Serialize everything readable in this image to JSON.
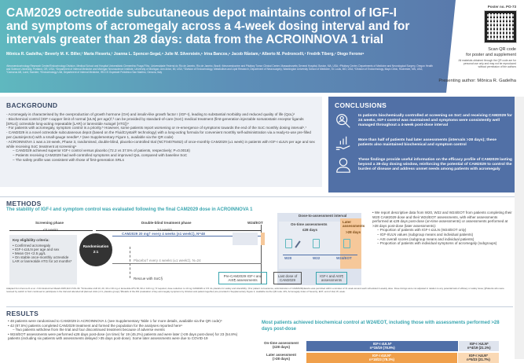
{
  "header": {
    "title": "CAM2029 octreotide subcutaneous depot maintains control of IGF-I and symptoms of acromegaly across a 4-week dosing interval and for intervals greater than 28 days: data from the ACROINNOVA 1 trial",
    "authors": "Mônica R. Gadelha,¹ Beverly M. K. Biller,² Maria Fleseriu,³ Joanna L. Spencer-Segal,⁴ Julie M. Silverstein,⁵ Irina Bancos,⁶ Jacob Råstam,⁷ Alberto M. Pedroncelli,⁷ Fredrik Tiberg,⁷ Diego Ferone⁸",
    "affiliations": "¹Neuroendocrinology Research Center/Endocrinology Division, Medical School and Hospital Universitário Clementino Fraga Filho, Universidade Federal do Rio de Janeiro, Rio de Janeiro, Brazil; ²Neuroendocrine and Pituitary Tumor Clinical Center, Massachusetts General Hospital, Boston, MA, USA; ³Pituitary Center, Departments of Medicine and Neurological Surgery, Oregon Health and Science University, Portland, OR, USA; ⁴Department of Internal Medicine and Michigan Neuroscience Institute, University of Michigan, Ann Arbor, MI, USA; ⁵Division of Endocrinology, Metabolism and Lipid Research, Department of Neurosurgery, Washington University School of Medicine, St. Louis, MO, USA; ⁶Division of Endocrinology, Mayo Clinic, Rochester, MN, USA; ⁷Camurus AB, Lund, Sweden; ⁸Endocrinology Unit, Department of Internal Medicine, IRCCS Ospedale Policlinico San Martino, Genova, Italy",
    "poster_no": "Poster no. PO-73",
    "scan_line1": "Scan QR code",
    "scan_line2": "for poster and supplement",
    "disclaimer": "All materials obtained through the QR code are for personal use only and may not be reproduced without permission of the authors",
    "presenting": "Presenting author: Mônica R. Gadelha"
  },
  "background": {
    "heading": "BACKGROUND",
    "bullets": [
      "- Acromegaly is characterised by the overproduction of growth hormone (GH) and insulin-like growth factor I (IGF-I), leading to substantial morbidity and reduced quality of life (QoL)¹",
      "- Biochemical control (IGF-I ≤upper limit of normal [ULN] per age)²,³ can be provided by standard-of-care (SoC) medical treatment (first-generation injectable somatostatin receptor ligands [SRLs]; octreotide long-acting repeatable [LAR] or lanreotide Autogel [ATG])⁴",
      "- For patients with acromegaly, symptom control is a priority.⁵ However, some patients report worsening or re-emergence of symptoms towards the end of the SoC monthly dosing interval⁶,⁷",
      "- CAM2029 is a novel octreotide subcutaneous depot (based on the FluidCrystal® technology) with a long-acting formula for convenient monthly self-administration via a ready-to-use pre-filled pen (autoinjector) with a small-gauge needle⁸,⁹ (see Supplementary Figure 1, available via the QR code)",
      "- ACROINNOVA 1 was a 24-week, Phase 3, randomised, double-blind, placebo-controlled trial (NCT04076462) of once-monthly CAM2029 (±1 week) in patients with IGF-I ≤ULN per age and sex while receiving SoC treatment at screening⁹"
    ],
    "sub_bullets": [
      "– CAM2029 achieved superior IGF-I control versus placebo (72.2 vs 37.5% of patients, respectively; P=0.0018)",
      "– Patients receiving CAM2029 had well-controlled symptoms and improved QoL compared with baseline SoC",
      "– The safety profile was consistent with those of first-generation SRLs"
    ]
  },
  "conclusions": {
    "heading": "CONCLUSIONS",
    "items": [
      "In patients biochemically controlled at screening on SoC and receiving CAM2029 for 24 weeks, IGF-I control was maintained and symptoms were consistently well managed throughout a 4-week post-dose interval",
      "More than half of patients had later assessments (intervals >28 days); these patients also maintained biochemical and symptom control",
      "These findings provide useful information on the efficacy profile of CAM2029 lasting beyond a 28-day dosing window, reinforcing the potential of CAM2029 to control the burden of disease and address unmet needs among patients with acromegaly"
    ]
  },
  "methods": {
    "heading": "METHODS",
    "subheading": "The stability of IGF-I and symptom control was evaluated following the final CAM2029 dose in ACROINNOVA 1",
    "screening_phase": "Screening phase",
    "screening_weeks": "≤8 weeks",
    "treatment_phase": "Double-blind treatment phase",
    "treatment_weeks": "24 weeks",
    "w24eot": "W24/EOT",
    "eligibility_title": "Key eligibility criteria:",
    "eligibility": [
      "• Confirmed acromegaly",
      "• IGF-I ≤ULN per age and sex",
      "• Mean GH <2.5 µg/L",
      "• On stable once-monthly octreotide LAR or lanreotide ATG for ≥3 months*"
    ],
    "randomisation": "Randomisation",
    "ratio": "2:1",
    "cam_arm": "CAM2029 20 mg† every 4 weeks (±1 week‡), N=48",
    "placebo_arm": "Placebo† every 4 weeks (±1 week‡), N=24",
    "rescue": "Rescue with SoC§",
    "interval_title": "Dose-to-assessment interval",
    "ontime": "On-time assessments",
    "ontime_days": "≤28 days",
    "later": "Later assessments",
    "later_days": ">28 days",
    "visits": [
      "W20",
      "W22",
      "W24/EOT"
    ],
    "pre_box": "Pre-CAM2029 IGF-I and AIS¶ assessments",
    "last_dose_box": "Last dose of CAM2029",
    "igf_box": "IGF-I and AIS¶ assessments",
    "footnote": "Adapted from Ferone D et al. J Clin Endocrinol Metab 2025;110:1729–39. *Octreotide LAR 10, 20, 30 or 40 mg or lanreotide ATG 60, 90 or 120 mg; †if required, dose reduction to 10 mg CAM2029 or 0.5 mL placebo for safety and tolerability; ‡For patient convenience, administration of CAM2029/placebo was permitted within a window of ±1 week around each scheduled 4-weekly dose. Dose timings were not adjusted in relation to any potential lack of efficacy or safety issue; §Patients who were rescued by switch to SoC continued to participate in the trial and attended all planned visits (n=1, placebo group); ¶Details of the AIS (evaluation of key acromegaly symptoms by clinician and patient together) are provided in Supplementary Figure 2, available via the QR code. AIS, Acromegaly Index of Severity; EOT, end of trial; W, week.",
    "bullets": [
      "• We report descriptive data from W20, W22 and W24/EOT from patients completing their W20 CAM2029 dose and their W24/EOT assessments, with either assessments performed at ≤28 days post-dose (on-time assessments) or assessments performed at >28 days post-dose (later assessments):"
    ],
    "sub_bullets": [
      "– Proportion of patients with IGF-I ≤ULN (W24/EOT only)",
      "– IGF-I/ULN values (subgroup means and individual patients)",
      "– AIS overall scores (subgroup means and individual patients)",
      "– Proportion of patients with individual symptoms of acromegaly (subgroups)"
    ]
  },
  "results": {
    "heading": "RESULTS",
    "bullets": [
      "• 48 patients were randomised to CAM2029 in ACROINNOVA 1 (see Supplementary Table 1 for more details, available via the QR code)⁹",
      "• 42 (87.5%) patients completed CAM2029 treatment and formed the population for the analyses reported here⁹",
      "• W24/EOT assessments were performed ≤28 days post-dose (on time) for 19 (45.2%) patients and were later (>28 days post-dose) for 23 (54.8%) patients (including six patients with assessments delayed >35 days post-dose). Some later assessments were due to COVID-19"
    ],
    "sub_bullet": "– Two patients withdrew from the trial and four discontinued treatment because of adverse events",
    "chart_title": "Most patients achieved biochemical control at W24/EOT, including those with assessments performed >28 days post-dose",
    "rows": [
      {
        "label1": "On-time assessment",
        "label2": "(≤28 days)",
        "a1": "IGF-I ≤ULN*",
        "a2": "n=15/19 (78.9%)",
        "b1": "IGF-I >ULN*",
        "b2": "n=4/19 (21.1%)",
        "pct": 78.9,
        "color": "#4f6fa8",
        "color2": "#dfe4ee"
      },
      {
        "label1": "Later assessment",
        "label2": "(>28 days)",
        "a1": "IGF-I ≤ULN*",
        "a2": "n=18/23 (78.3%)",
        "b1": "IGF-I >ULN*",
        "b2": "n=5/23 (21.7%)",
        "pct": 78.3,
        "color": "#f0a04b",
        "color2": "#fad9b5"
      }
    ]
  }
}
